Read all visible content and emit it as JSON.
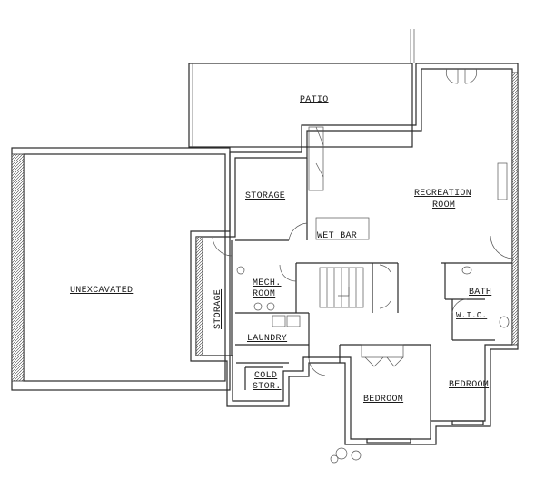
{
  "rooms": {
    "patio": "PATIO",
    "storage_upper": "STORAGE",
    "recreation_line1": "RECREATION",
    "recreation_line2": "ROOM",
    "wet_bar": "WET BAR",
    "unexcavated": "UNEXCAVATED",
    "mech_line1": "MECH.",
    "mech_line2": "ROOM",
    "storage_side": "STORAGE",
    "laundry": "LAUNDRY",
    "bath": "BATH",
    "wic": "W.I.C.",
    "cold_line1": "COLD",
    "cold_line2": "STOR.",
    "bedroom_left": "BEDROOM",
    "bedroom_right": "BEDROOM"
  }
}
